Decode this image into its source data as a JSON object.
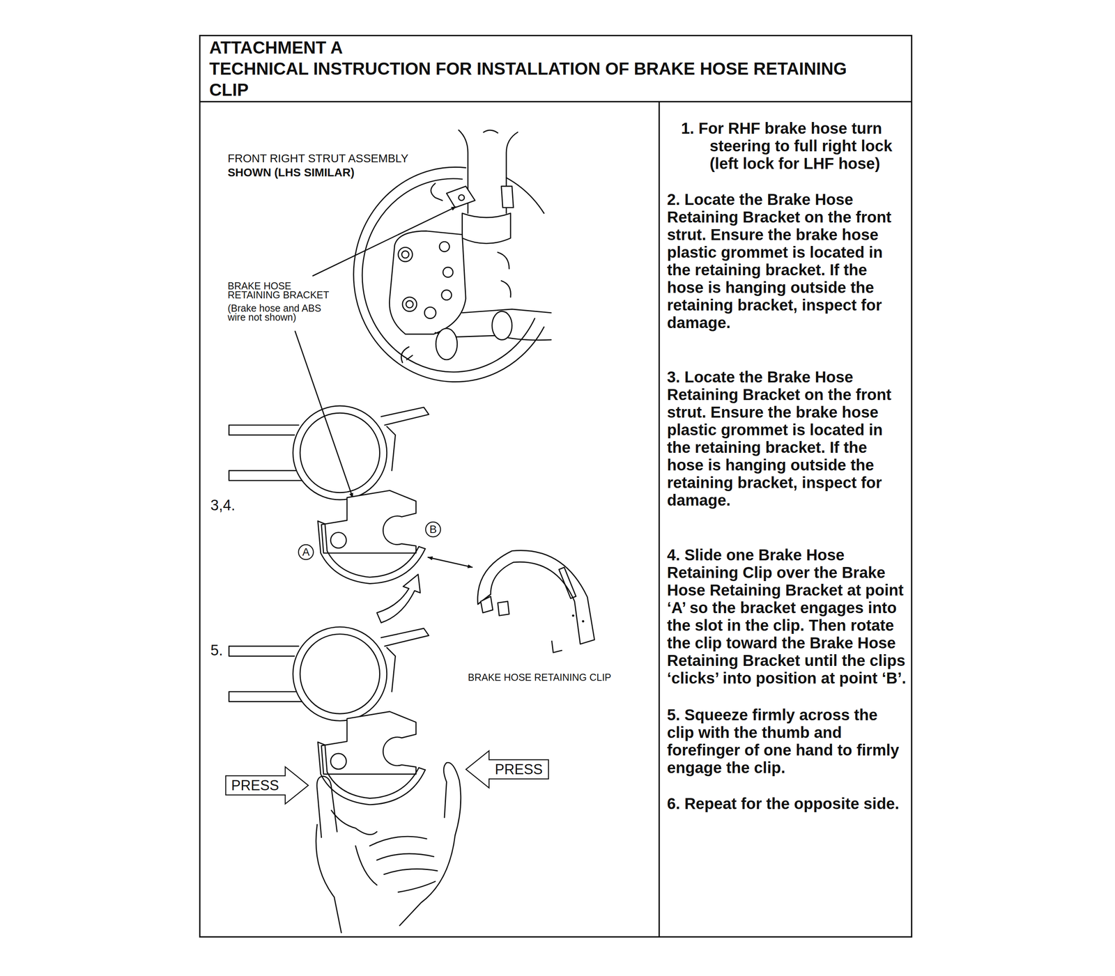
{
  "diagram": {
    "title": "ATTACHMENT A",
    "nodes": [
      {
        "text": [
          "A"
        ]
      },
      {
        "text": [
          "B"
        ]
      },
      {
        "text": [
          "PRESS"
        ]
      },
      {
        "text": [
          "PRESS"
        ]
      }
    ],
    "labels": [
      "TECHNICAL INSTRUCTION FOR INSTALLATION OF BRAKE HOSE RETAINING CLIP",
      "FRONT RIGHT STRUT ASSEMBLY",
      "SHOWN (LHS SIMILAR)",
      "BRAKE HOSE RETAINING BRACKET",
      "(Brake hose and ABS wire not shown)",
      "3,4.",
      "5.",
      "BRAKE HOSE RETAINING CLIP",
      "1. For RHF brake hose turn steering to full right lock (left lock for LHF hose)",
      "2. Locate the Brake Hose Retaining Bracket on the front strut. Ensure the brake hose plastic grommet is located in the retaining bracket. If the hose is hanging outside the retaining bracket, inspect for damage.",
      "3. Locate the Brake Hose Retaining Bracket on the front strut. Ensure the brake hose plastic grommet is located in the retaining bracket. If the hose is hanging outside the retaining bracket, inspect for damage.",
      "4. Slide one Brake Hose Retaining Clip over the Brake Hose Retaining Bracket at point ‘A’ so the bracket engages into the slot in the clip. Then rotate the clip toward the Brake Hose Retaining Bracket until the clips ‘clicks’ into position at point ‘B’.",
      "5. Squeeze firmly across the clip with the thumb and forefinger of one hand to firmly engage the clip.",
      "6. Repeat for the opposite side."
    ]
  }
}
